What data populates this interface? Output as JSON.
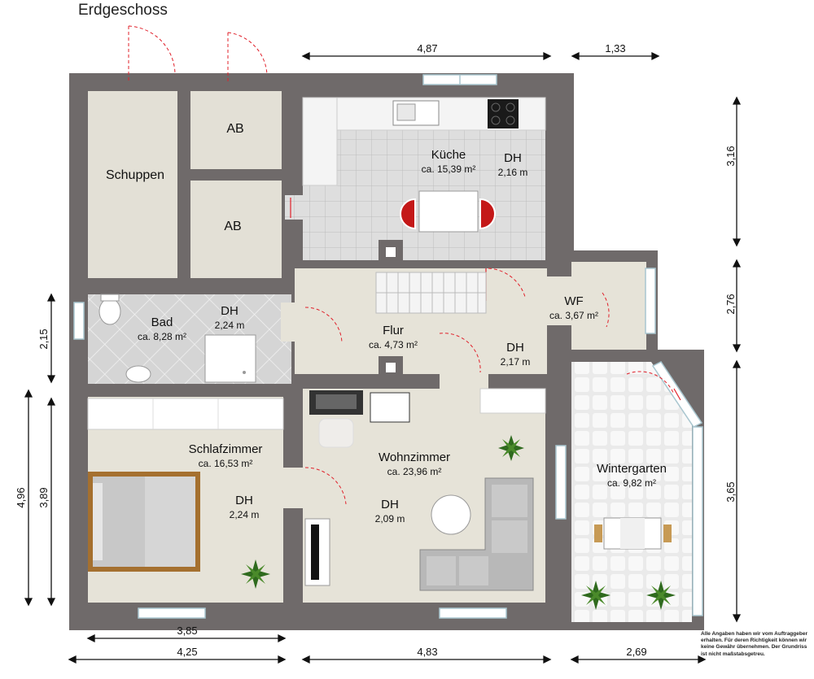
{
  "title": "Erdgeschoss",
  "rooms": {
    "schuppen": {
      "name": "Schuppen"
    },
    "ab1": {
      "name": "AB"
    },
    "ab2": {
      "name": "AB"
    },
    "kueche": {
      "name": "Küche",
      "area": "ca. 15,39 m²",
      "dh": "DH",
      "dh_value": "2,16 m"
    },
    "bad": {
      "name": "Bad",
      "area": "ca. 8,28 m²",
      "dh": "DH",
      "dh_value": "2,24 m"
    },
    "flur": {
      "name": "Flur",
      "area": "ca. 4,73 m²",
      "dh": "DH",
      "dh_value": "2,17 m"
    },
    "wf": {
      "name": "WF",
      "area": "ca. 3,67 m²"
    },
    "schlafzimmer": {
      "name": "Schlafzimmer",
      "area": "ca. 16,53 m²",
      "dh": "DH",
      "dh_value": "2,24 m"
    },
    "wohnzimmer": {
      "name": "Wohnzimmer",
      "area": "ca. 23,96 m²",
      "dh": "DH",
      "dh_value": "2,09 m"
    },
    "wintergarten": {
      "name": "Wintergarten",
      "area": "ca. 9,82 m²"
    }
  },
  "dimensions": {
    "top_1": "4,87",
    "top_2": "1,33",
    "right_1": "3,16",
    "right_2": "2,76",
    "right_3": "3,65",
    "left_1": "2,15",
    "left_2": "4,96",
    "left_3": "3,89",
    "bottom_1": "3,85",
    "bottom_2": "4,25",
    "bottom_3": "4,83",
    "bottom_4": "2,69"
  },
  "disclaimer": "Alle Angaben haben wir vom Auftraggeber erhalten. Für deren Richtigkeit können wir keine Gewähr übernehmen. Der Grundriss ist nicht maßstabsgetreu.",
  "colors": {
    "wall": "#6f6a6a",
    "floor": "#e6e3d8",
    "tile": "#dcdcdc",
    "door": "#e0202a",
    "plant": "#2f6a1e"
  }
}
